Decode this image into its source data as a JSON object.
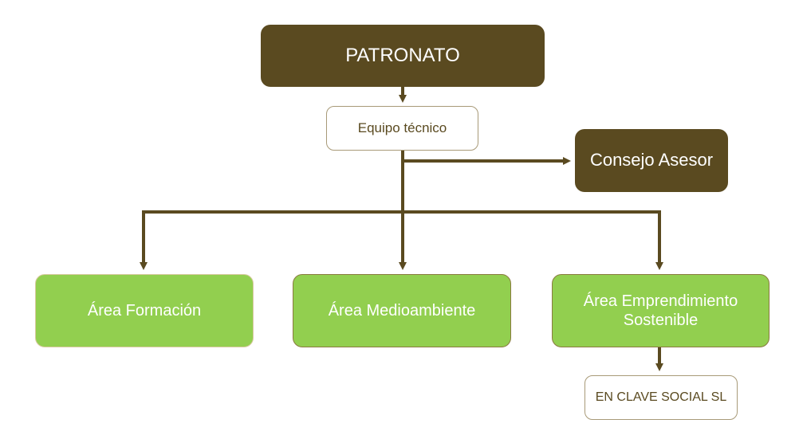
{
  "diagram": {
    "type": "org-chart",
    "colors": {
      "dark_node": "#5a4a20",
      "green_node": "#92cf4f",
      "connector": "#5a4a20",
      "outline_text": "#5a4a20",
      "outline_border": "#a89a78"
    },
    "nodes": {
      "patronato": "PATRONATO",
      "equipo_tecnico": "Equipo técnico",
      "consejo_asesor": "Consejo Asesor",
      "area_formacion": "Área Formación",
      "area_medioambiente": "Área Medioambiente",
      "area_emprendimiento_line1": "Área Emprendimiento",
      "area_emprendimiento_line2": "Sostenible",
      "en_clave_social": "EN CLAVE SOCIAL SL"
    },
    "edges": [
      {
        "from": "patronato",
        "to": "equipo_tecnico"
      },
      {
        "from": "equipo_tecnico",
        "to": "consejo_asesor"
      },
      {
        "from": "equipo_tecnico",
        "to": "area_formacion"
      },
      {
        "from": "equipo_tecnico",
        "to": "area_medioambiente"
      },
      {
        "from": "equipo_tecnico",
        "to": "area_emprendimiento"
      },
      {
        "from": "area_emprendimiento",
        "to": "en_clave_social"
      }
    ]
  }
}
